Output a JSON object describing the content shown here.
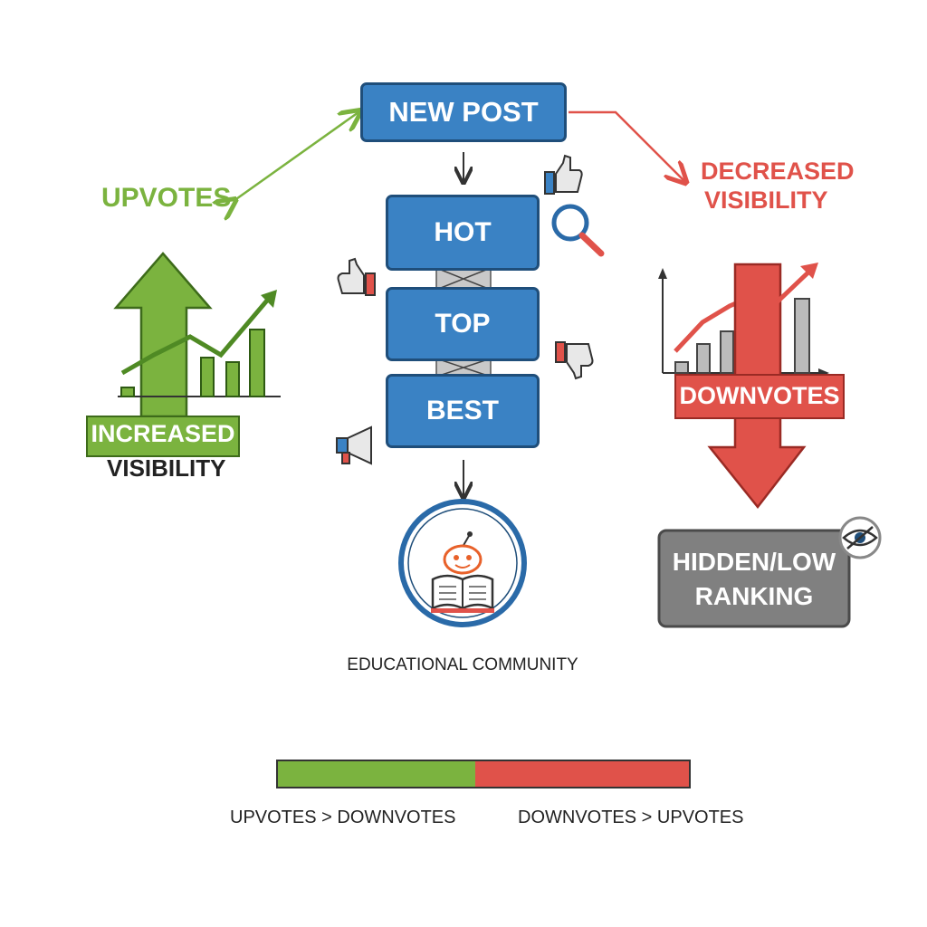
{
  "flow": {
    "new_post": "NEW POST",
    "hot": "HOT",
    "top": "TOP",
    "best": "BEST",
    "community": "EDUCATIONAL COMMUNITY"
  },
  "left": {
    "upvotes": "UPVOTES",
    "increased": "INCREASED",
    "visibility": "VISIBILITY"
  },
  "right": {
    "decreased_line1": "DECREASED",
    "decreased_line2": "VISIBILITY",
    "downvotes": "DOWNVOTES",
    "hidden_line1": "HIDDEN/LOW",
    "hidden_line2": "RANKING"
  },
  "scale": {
    "left_label": "UPVOTES > DOWNVOTES",
    "right_label": "DOWNVOTES > UPVOTES",
    "green_fraction": 0.48
  },
  "colors": {
    "green": "#7bb33f",
    "red": "#e0524a",
    "blue": "#3a82c4",
    "gray": "#808080"
  },
  "icons": [
    "thumbs-up-icon",
    "magnifier-icon",
    "thumbs-down-icon",
    "megaphone-icon",
    "robot-reader-icon",
    "eye-slash-icon"
  ]
}
